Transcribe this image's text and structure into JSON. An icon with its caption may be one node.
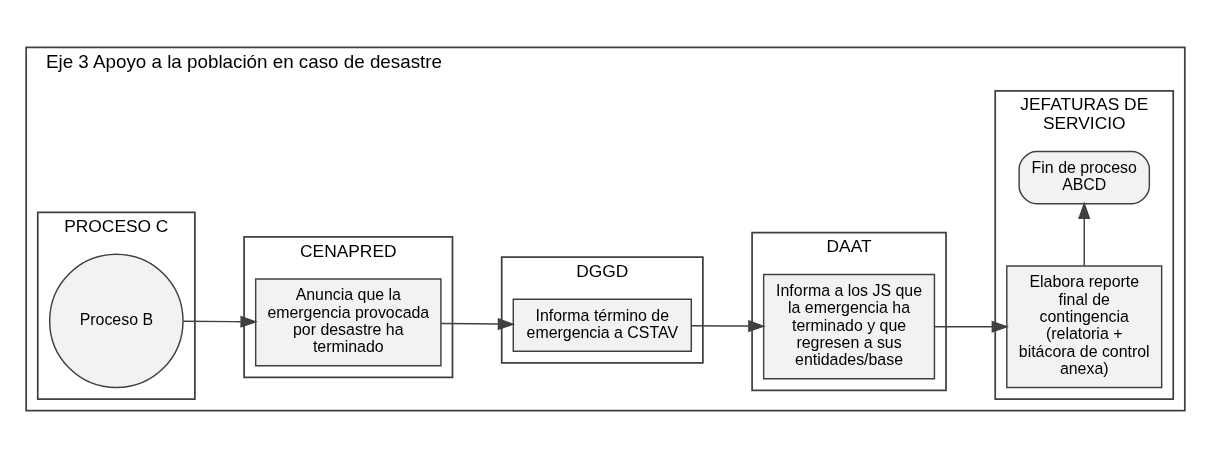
{
  "diagram": {
    "nodes": [
      {
        "text": [
          "Eje 3 Apoyo a la población en caso de desastre"
        ]
      },
      {
        "text": [
          "PROCESO C"
        ],
        "in": 0
      },
      {
        "text": [
          "CENAPRED"
        ],
        "in": 0
      },
      {
        "text": [
          "DGGD"
        ],
        "in": 0
      },
      {
        "text": [
          "DAAT"
        ],
        "in": 0
      },
      {
        "text": [
          "JEFATURAS DE SERVICIO"
        ],
        "in": 0
      },
      {
        "text": [
          "Proceso B"
        ],
        "in": 1
      },
      {
        "text": [
          "Anuncia que la emergencia provocada por desastre ha terminado"
        ],
        "in": 2
      },
      {
        "text": [
          "Informa término de emergencia a CSTAV"
        ],
        "in": 3
      },
      {
        "text": [
          "Informa a los JS que la emergencia ha terminado y que regresen a sus entidades/base"
        ],
        "in": 4
      },
      {
        "text": [
          "Elabora reporte final de contingencia (relatoria + bitácora de control anexa)"
        ],
        "in": 5
      },
      {
        "text": [
          "Fin de proceso ABCD"
        ],
        "in": 5
      }
    ],
    "edges": [
      {
        "from": 6,
        "to": 7,
        "arrow": "to"
      },
      {
        "from": 7,
        "to": 8,
        "arrow": "to"
      },
      {
        "from": 8,
        "to": 9,
        "arrow": "to"
      },
      {
        "from": 9,
        "to": 10,
        "arrow": "to"
      },
      {
        "from": 10,
        "to": 11,
        "arrow": "to"
      }
    ]
  }
}
